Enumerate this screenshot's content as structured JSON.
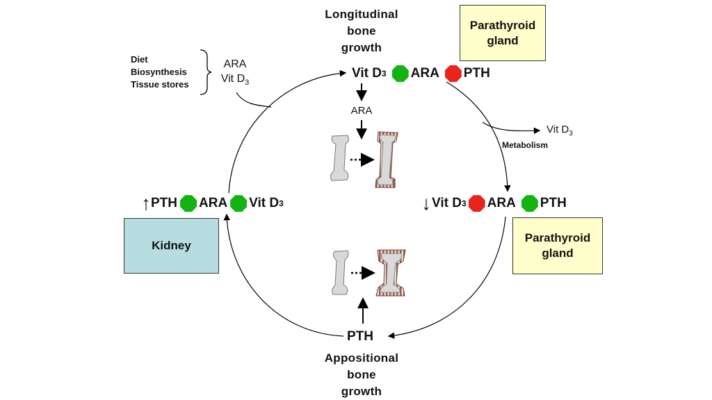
{
  "top_label": [
    "Longitudinal",
    "bone",
    "growth"
  ],
  "bottom_label": [
    "Appositional",
    "bone",
    "growth"
  ],
  "sources": [
    "Diet",
    "Biosynthesis",
    "Tissue stores"
  ],
  "source_outputs": {
    "line1": "ARA",
    "line2": "Vit D",
    "line2_sub": "3"
  },
  "top_row": {
    "vit": "Vit D",
    "sub": "3",
    "ara": "ARA",
    "pth": "PTH"
  },
  "top_down_label": "ARA",
  "metabolism": {
    "product": "Vit D",
    "sub": "3",
    "label": "Metabolism"
  },
  "right_row": {
    "arrow": "↓",
    "vit": "Vit D",
    "sub": "3",
    "ara": "ARA",
    "pth": "PTH"
  },
  "left_row": {
    "arrow": "↑",
    "pth": "PTH",
    "ara": "ARA",
    "vit": "Vit D",
    "sub": "3"
  },
  "bottom_row": {
    "pth": "PTH"
  },
  "boxes": {
    "parathyroid_top": [
      "Parathyroid",
      "gland"
    ],
    "parathyroid_right": [
      "Parathyroid",
      "gland"
    ],
    "kidney": "Kidney"
  },
  "colors": {
    "stimulate": "#12b312",
    "inhibit": "#e8241c",
    "kidney_box": "#b7dde0",
    "gland_box": "#ffffcc"
  }
}
